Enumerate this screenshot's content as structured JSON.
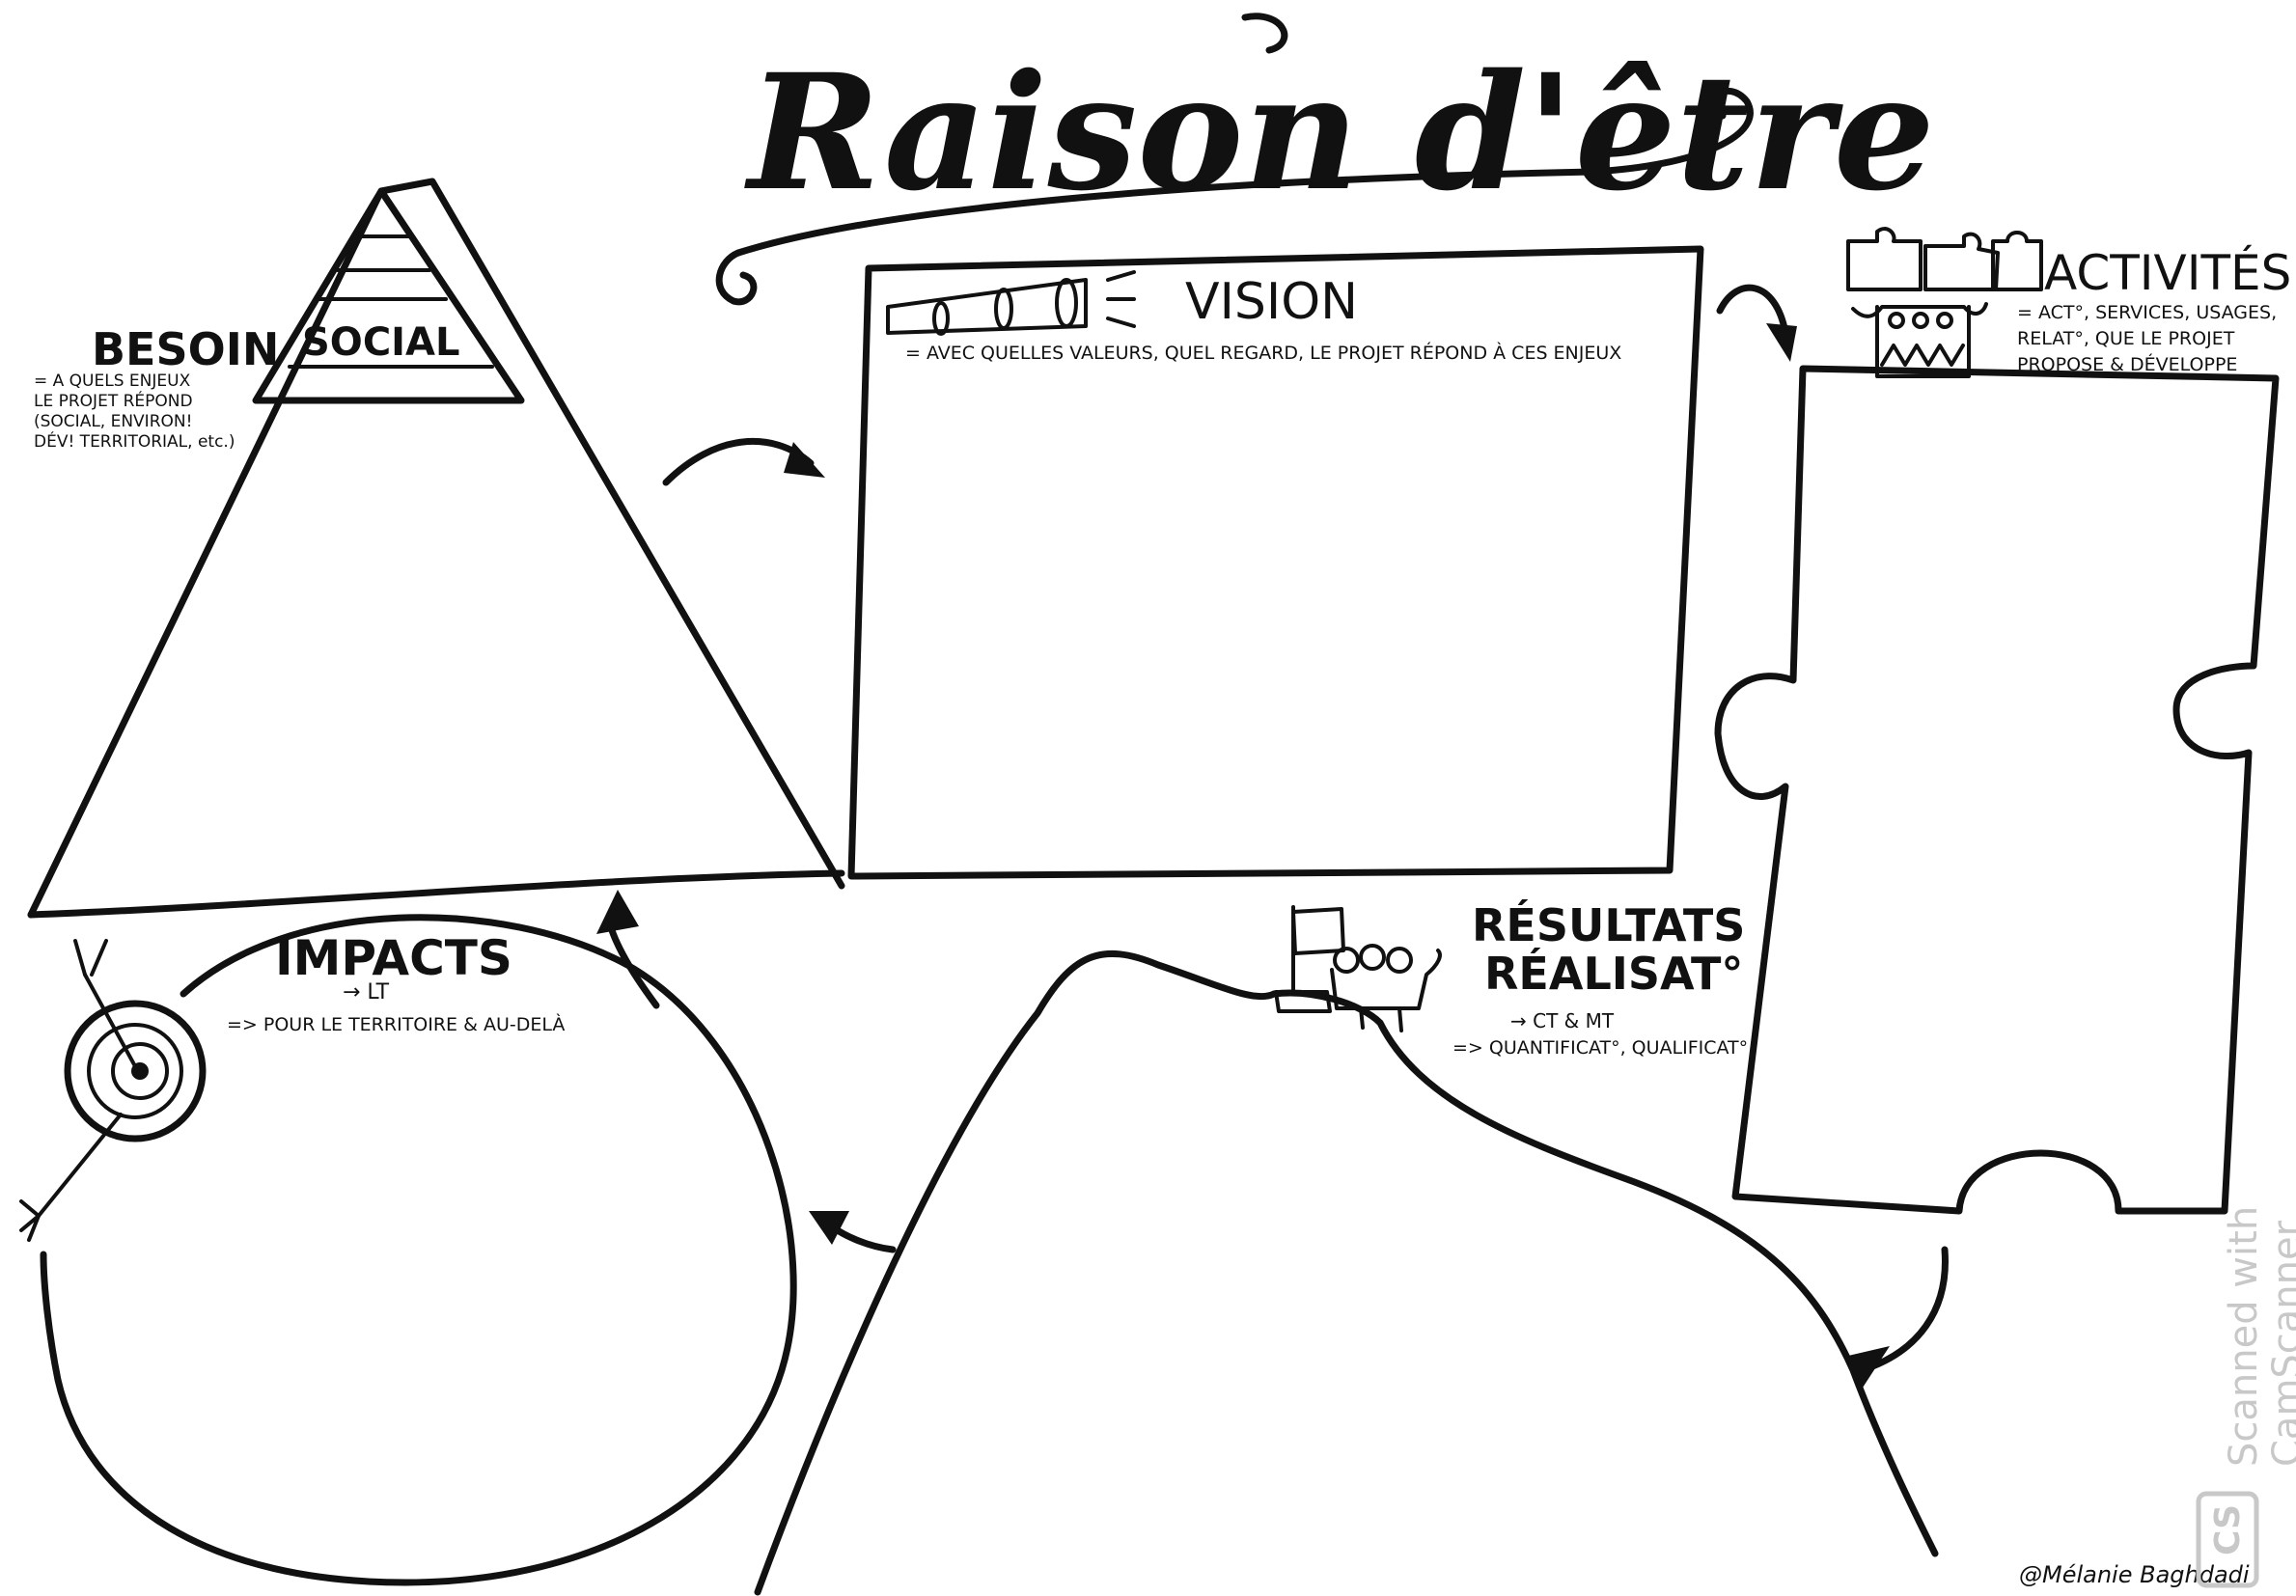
{
  "title": "Raison d'être",
  "besoin": {
    "heading_left": "BESOIN",
    "heading_right": "SOCIAL",
    "desc": [
      "= A QUELS ENJEUX",
      "LE PROJET RÉPOND",
      "(SOCIAL, ENVIRON!",
      "DÉV! TERRITORIAL, etc.)"
    ]
  },
  "vision": {
    "heading": "VISION",
    "desc": "= AVEC QUELLES VALEURS, QUEL REGARD, LE PROJET RÉPOND À CES ENJEUX"
  },
  "activites": {
    "heading": "ACTIVITÉS",
    "desc": [
      "= ACT°, SERVICES, USAGES,",
      "RELAT°, QUE LE PROJET",
      "PROPOSE & DÉVELOPPE"
    ]
  },
  "resultats": {
    "heading_1": "RÉSULTATS",
    "heading_2": "RÉALISAT°",
    "sub": "→ CT & MT",
    "desc": "=> QUANTIFICAT°, QUALIFICAT°"
  },
  "impacts": {
    "heading": "IMPACTS",
    "sub": "→ LT",
    "desc": "=> POUR LE TERRITOIRE & AU-DELÀ"
  },
  "credit": "@Mélanie Baghdadi",
  "watermark": {
    "line1": "Scanned with",
    "line2": "CamScanner",
    "logo": "CS"
  },
  "colors": {
    "ink": "#111111",
    "paper": "#ffffff",
    "watermark": "#c8c8c8"
  }
}
